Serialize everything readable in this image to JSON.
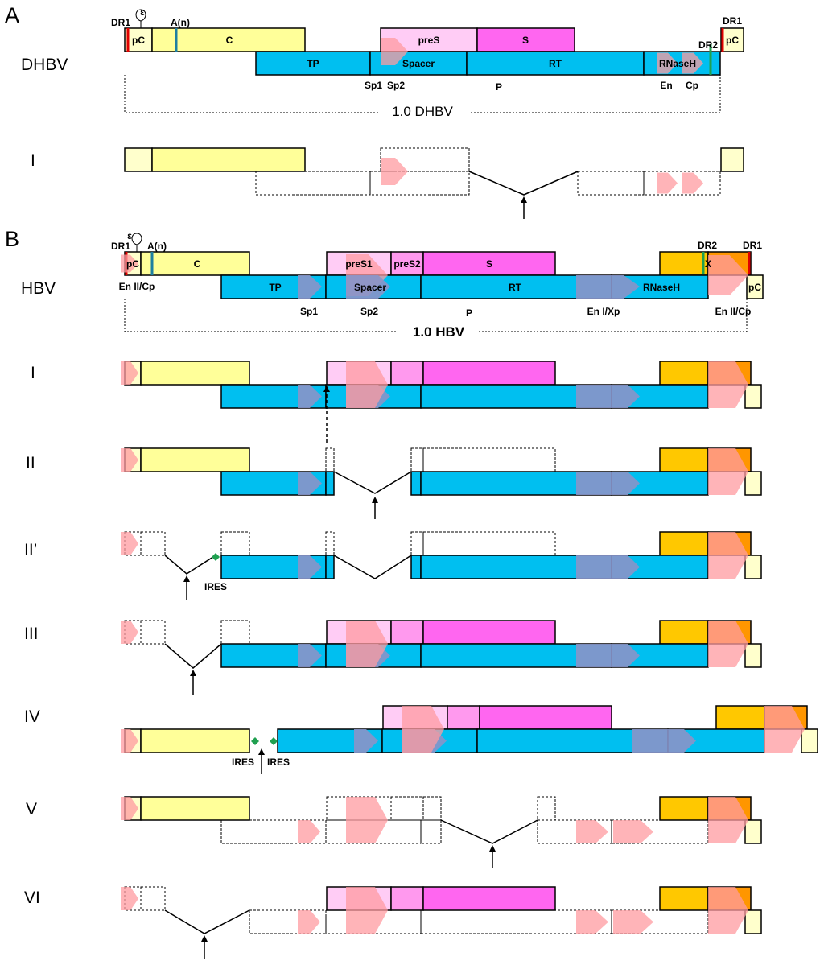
{
  "panels": {
    "a": "A",
    "b": "B"
  },
  "dhbv": {
    "name": "DHBV",
    "length_label": "1.0 DHBV",
    "regions": {
      "pc": "pC",
      "c": "C",
      "pres": "preS",
      "s": "S",
      "tp": "TP",
      "spacer": "Spacer",
      "rt": "RT",
      "rnaseh": "RNaseH",
      "pc_right": "pC"
    },
    "markers": {
      "dr1_left": "DR1",
      "epsilon": "ε",
      "an": "A(n)",
      "dr1_right": "DR1",
      "dr2": "DR2",
      "sp1": "Sp1",
      "sp2": "Sp2",
      "p": "P",
      "en": "En",
      "cp": "Cp"
    },
    "rows": [
      "I"
    ]
  },
  "hbv": {
    "name": "HBV",
    "length_label": "1.0 HBV",
    "regions": {
      "pc": "pC",
      "c": "C",
      "pres1": "preS1",
      "pres2": "preS2",
      "s": "S",
      "x": "X",
      "tp": "TP",
      "spacer": "Spacer",
      "rt": "RT",
      "rnaseh": "RNaseH",
      "pc_right": "pC"
    },
    "markers": {
      "dr1_left": "DR1",
      "epsilon": "ε",
      "an": "A(n)",
      "dr2": "DR2",
      "dr1_right": "DR1",
      "en2cp_left": "En II/Cp",
      "sp1": "Sp1",
      "sp2": "Sp2",
      "p": "P",
      "en1xp": "En I/Xp",
      "en2cp_right": "En II/Cp"
    },
    "rows": [
      "I",
      "II",
      "II’",
      "III",
      "IV",
      "V",
      "VI"
    ]
  },
  "ires": "IRES",
  "colors": {
    "yellow": "#FFFF99",
    "cream": "#FFFFCC",
    "cyan": "#00BFF0",
    "pink_light": "#FFCCF5",
    "pink_mid": "#FF99EE",
    "magenta": "#FF66F0",
    "orange_yellow": "#FFC800",
    "orange": "#FF9600",
    "arrow_pink": "#FF9BA0",
    "arrow_slate": "#8A94C8",
    "red": "#E00000",
    "teal": "#1E7FA0",
    "green": "#20A050"
  }
}
